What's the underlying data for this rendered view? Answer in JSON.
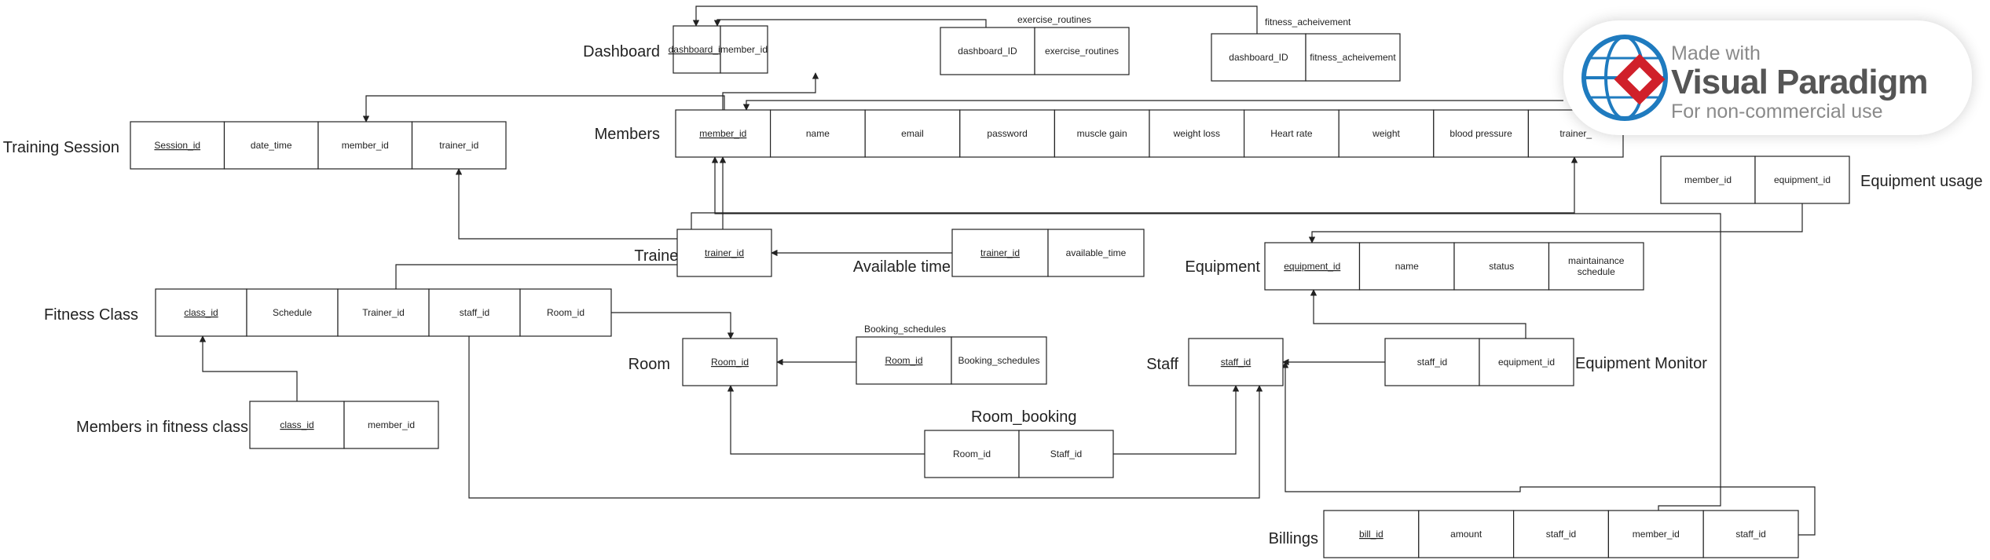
{
  "tables": [
    {
      "id": "dashboard",
      "title": "Dashboard",
      "fields": [
        {
          "name": "dashboard_id",
          "pk": true
        },
        {
          "name": "member_id",
          "pk": false
        }
      ]
    },
    {
      "id": "exercise_routines",
      "title": "exercise_routines",
      "fields": [
        {
          "name": "dashboard_ID",
          "pk": false
        },
        {
          "name": "exercise_routines",
          "pk": false
        }
      ]
    },
    {
      "id": "fitness_acheivement",
      "title": "fitness_acheivement",
      "fields": [
        {
          "name": "dashboard_ID",
          "pk": false
        },
        {
          "name": "fitness_acheivement",
          "pk": false
        }
      ]
    },
    {
      "id": "training_session",
      "title": "Training Session",
      "fields": [
        {
          "name": "Session_id",
          "pk": true
        },
        {
          "name": "date_time",
          "pk": false
        },
        {
          "name": "member_id",
          "pk": false
        },
        {
          "name": "trainer_id",
          "pk": false
        }
      ]
    },
    {
      "id": "members",
      "title": "Members",
      "fields": [
        {
          "name": "member_id",
          "pk": true
        },
        {
          "name": "name",
          "pk": false
        },
        {
          "name": "email",
          "pk": false
        },
        {
          "name": "password",
          "pk": false
        },
        {
          "name": "muscle gain",
          "pk": false
        },
        {
          "name": "weight loss",
          "pk": false
        },
        {
          "name": "Heart rate",
          "pk": false
        },
        {
          "name": "weight",
          "pk": false
        },
        {
          "name": "blood pressure",
          "pk": false
        },
        {
          "name": "trainer_",
          "pk": false
        }
      ]
    },
    {
      "id": "equipment_usage",
      "title": "Equipment usage",
      "fields": [
        {
          "name": "member_id",
          "pk": false
        },
        {
          "name": "equipment_id",
          "pk": false
        }
      ]
    },
    {
      "id": "trainers",
      "title": "Trainers",
      "fields": [
        {
          "name": "trainer_id",
          "pk": true
        }
      ]
    },
    {
      "id": "available_time",
      "title": "Available time",
      "fields": [
        {
          "name": "trainer_id",
          "pk": true
        },
        {
          "name": "available_time",
          "pk": false
        }
      ]
    },
    {
      "id": "equipment",
      "title": "Equipment",
      "fields": [
        {
          "name": "equipment_id",
          "pk": true
        },
        {
          "name": "name",
          "pk": false
        },
        {
          "name": "status",
          "pk": false
        },
        {
          "name": "maintainance schedule",
          "pk": false
        }
      ]
    },
    {
      "id": "fitness_class",
      "title": "Fitness Class",
      "fields": [
        {
          "name": "class_id",
          "pk": true
        },
        {
          "name": "Schedule",
          "pk": false
        },
        {
          "name": "Trainer_id",
          "pk": false
        },
        {
          "name": "staff_id",
          "pk": false
        },
        {
          "name": "Room_id",
          "pk": false
        }
      ]
    },
    {
      "id": "room",
      "title": "Room",
      "fields": [
        {
          "name": "Room_id",
          "pk": true
        }
      ]
    },
    {
      "id": "booking_schedules",
      "title": "Booking_schedules",
      "fields": [
        {
          "name": "Room_id",
          "pk": true
        },
        {
          "name": "Booking_schedules",
          "pk": false
        }
      ]
    },
    {
      "id": "staff",
      "title": "Staff",
      "fields": [
        {
          "name": "staff_id",
          "pk": true
        }
      ]
    },
    {
      "id": "equipment_monitor",
      "title": "Equipment Monitor",
      "fields": [
        {
          "name": "staff_id",
          "pk": false
        },
        {
          "name": "equipment_id",
          "pk": false
        }
      ]
    },
    {
      "id": "members_in_fitness_class",
      "title": "Members in fitness class",
      "fields": [
        {
          "name": "class_id",
          "pk": true
        },
        {
          "name": "member_id",
          "pk": false
        }
      ]
    },
    {
      "id": "room_booking",
      "title": "Room_booking",
      "fields": [
        {
          "name": "Room_id",
          "pk": false
        },
        {
          "name": "Staff_id",
          "pk": false
        }
      ]
    },
    {
      "id": "billings",
      "title": "Billings",
      "fields": [
        {
          "name": "bill_id",
          "pk": true
        },
        {
          "name": "amount",
          "pk": false
        },
        {
          "name": "staff_id",
          "pk": false
        },
        {
          "name": "member_id",
          "pk": false
        },
        {
          "name": "staff_id",
          "pk": false
        }
      ]
    }
  ],
  "watermark": {
    "line1": "Made with",
    "brand": "Visual Paradigm",
    "line3": "For non-commercial use"
  },
  "colors": {
    "line": "#222222",
    "background": "#ffffff",
    "logo_blue": "#1f7bbf",
    "logo_red": "#d0202a"
  }
}
